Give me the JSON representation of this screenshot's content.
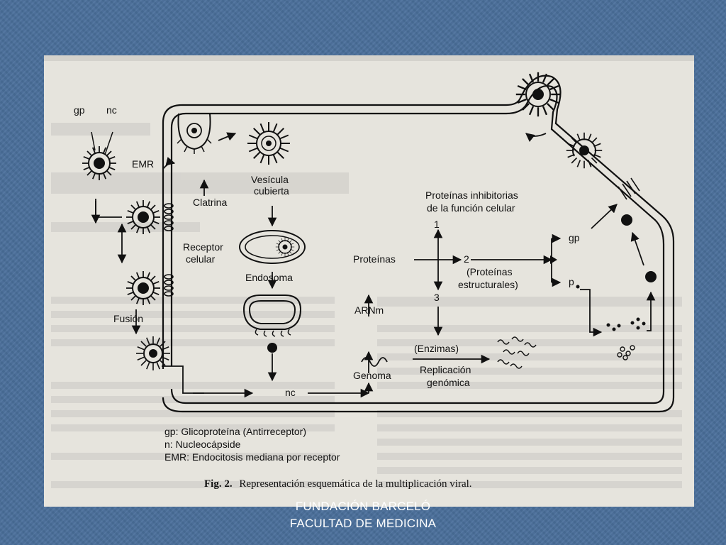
{
  "labels": {
    "gp": "gp",
    "nc": "nc",
    "emr": "EMR",
    "clatrina": "Clatrina",
    "vesicula_1": "Vesícula",
    "vesicula_2": "cubierta",
    "receptor_1": "Receptor",
    "receptor_2": "celular",
    "endosoma": "Endosoma",
    "fusion": "Fusión",
    "nc_bottom": "nc",
    "genoma": "Genoma",
    "arnm": "ARNm",
    "proteinas": "Proteínas",
    "inhib_1": "Proteínas inhibitorias",
    "inhib_2": "de la función celular",
    "num_1": "1",
    "num_2": "2",
    "num_3": "3",
    "estruct_1": "(Proteínas",
    "estruct_2": "estructurales)",
    "enzimas": "(Enzimas)",
    "replicacion_1": "Replicación",
    "replicacion_2": "genómica",
    "gp_right": "gp",
    "p_right": "p"
  },
  "legend": {
    "gp": "gp: Glicoproteína (Antirreceptor)",
    "n": "n: Nucleocápside",
    "emr": "EMR: Endocitosis mediana por receptor"
  },
  "caption": {
    "prefix": "Fig. 2.",
    "text": "Representación esquemática de la multiplicación viral."
  },
  "footer": {
    "line1": "FUNDACIÓN BARCELÓ",
    "line2": "FACULTAD DE MEDICINA"
  }
}
